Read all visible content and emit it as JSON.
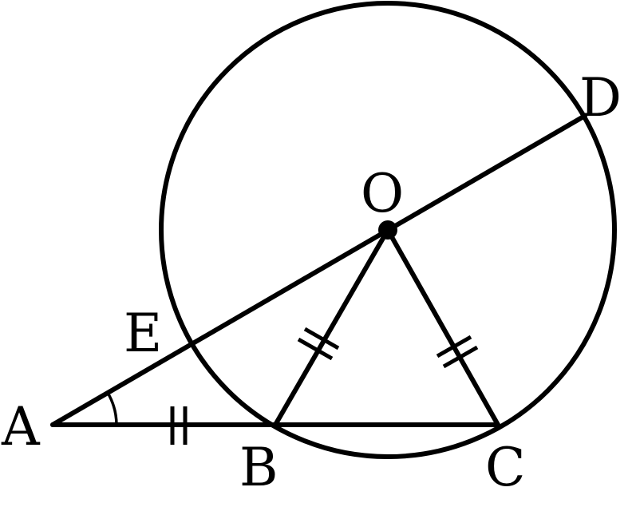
{
  "labels": {
    "A": "A",
    "B": "B",
    "C": "C",
    "D": "D",
    "E": "E",
    "O": "O"
  },
  "colors": {
    "stroke": "#000000",
    "background": "#ffffff"
  }
}
